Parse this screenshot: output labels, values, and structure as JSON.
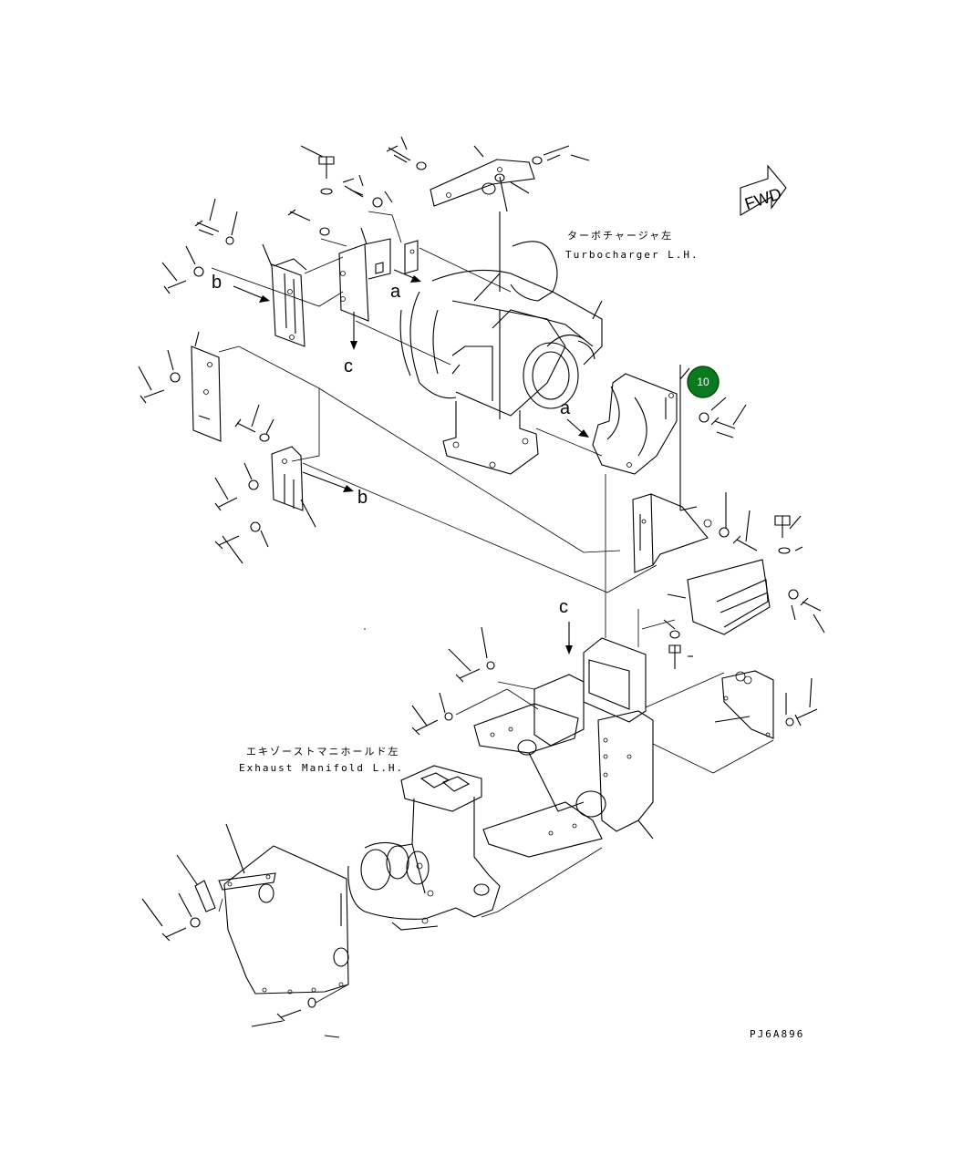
{
  "labels": {
    "turbo_jp": "ターボチャージャ左",
    "turbo_en": "Turbocharger L.H.",
    "manifold_jp": "エキゾーストマニホールド左",
    "manifold_en": "Exhaust Manifold L.H.",
    "drawing_code": "PJ6A896",
    "fwd": "FWD"
  },
  "markers": {
    "a1": "a",
    "a2": "a",
    "b1": "b",
    "b2": "b",
    "c1": "c",
    "c2": "c"
  },
  "hotspot": {
    "label": "10",
    "color": "#0a7a1e"
  }
}
